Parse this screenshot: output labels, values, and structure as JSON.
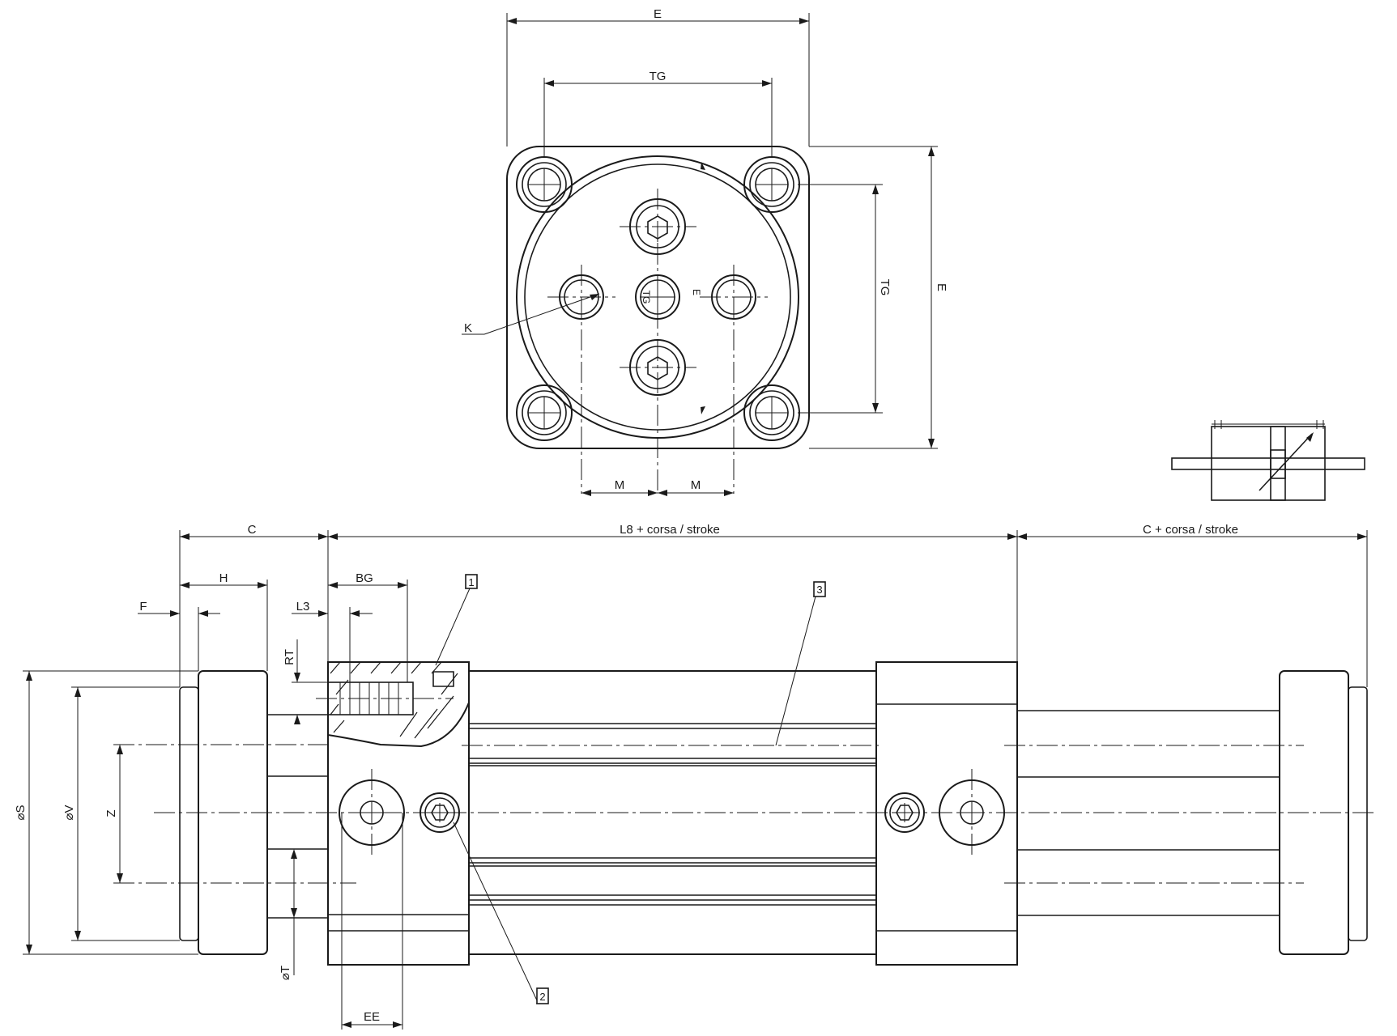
{
  "labels": {
    "e_top": "E",
    "tg_top": "TG",
    "tg_right": "TG",
    "e_right": "E",
    "k": "K",
    "m_left": "M",
    "m_right": "M",
    "tg_inner": "TG",
    "e_inner": "E",
    "c_left": "C",
    "l8": "L8 + corsa / stroke",
    "c_right": "C + corsa / stroke",
    "h": "H",
    "f": "F",
    "l3": "L3",
    "bg": "BG",
    "rt": "RT",
    "phi_s": "⌀S",
    "phi_v": "⌀V",
    "z": "Z",
    "phi_t": "⌀T",
    "ee": "EE"
  },
  "callouts": [
    "1",
    "2",
    "3"
  ]
}
